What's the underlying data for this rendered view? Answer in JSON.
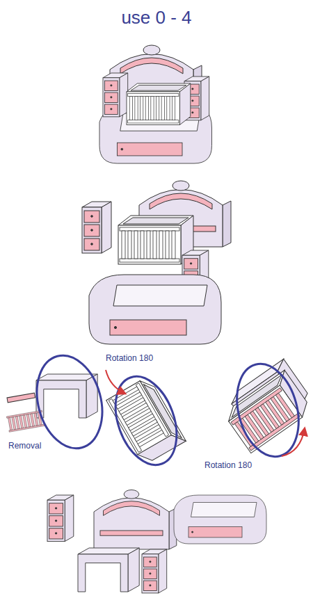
{
  "diagram": {
    "title": "use 0 - 4",
    "labels": [
      "Rotation 180",
      "Rotation 180",
      "Removal"
    ]
  }
}
